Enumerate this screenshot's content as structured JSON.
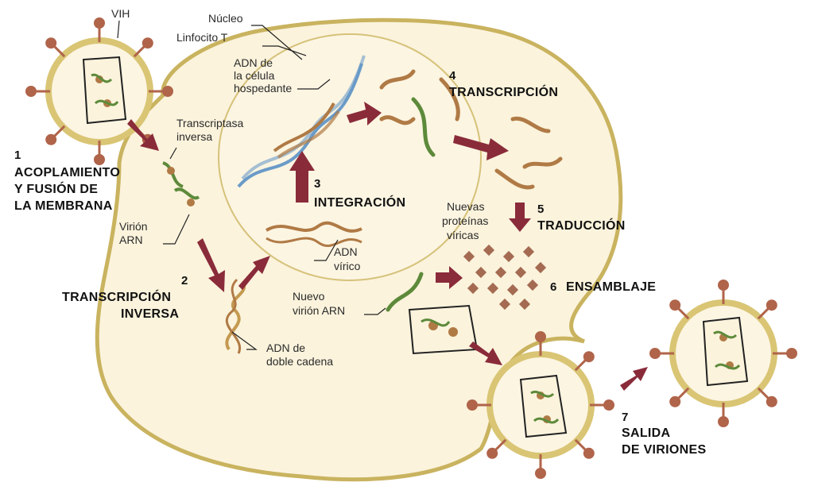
{
  "labels": {
    "vih": "VIH",
    "nucleo": "Núcleo",
    "linfocito": "Linfocito T",
    "adn_celula": [
      "ADN de",
      "la célula",
      "hospedante"
    ],
    "transcriptasa": [
      "Transcriptasa",
      "inversa"
    ],
    "virion_arn": [
      "Virión",
      "ARN"
    ],
    "adn_virico": [
      "ADN",
      "vírico"
    ],
    "adn_doble": [
      "ADN de",
      "doble cadena"
    ],
    "nuevas_proteinas": [
      "Nuevas",
      "proteínas",
      "víricas"
    ],
    "nuevo_virion": [
      "Nuevo",
      "virión ARN"
    ]
  },
  "steps": {
    "s1": {
      "num": "1",
      "lines": [
        "ACOPLAMIENTO",
        "Y FUSIÓN DE",
        "LA MEMBRANA"
      ]
    },
    "s2": {
      "num": "2",
      "lines": [
        "TRANSCRIPCIÓN",
        "INVERSA"
      ]
    },
    "s3": {
      "num": "3",
      "lines": [
        "INTEGRACIÓN"
      ]
    },
    "s4": {
      "num": "4",
      "lines": [
        "TRANSCRIPCIÓN"
      ]
    },
    "s5": {
      "num": "5",
      "lines": [
        "TRADUCCIÓN"
      ]
    },
    "s6": {
      "num": "6",
      "lines": [
        "ENSAMBLAJE"
      ]
    },
    "s7": {
      "num": "7",
      "lines": [
        "SALIDA",
        "DE VIRIONES"
      ]
    }
  },
  "colors": {
    "cell_fill": "#fbf3dc",
    "cell_edge": "#c9b35f",
    "virus_ring": "#d9c574",
    "spike": "#b0644a",
    "arrow": "#8a2b3a",
    "rna_green": "#5d8a3a",
    "dna_blue": "#6a9bc8",
    "dna_brown": "#b07a45",
    "protein": "#a46b52"
  }
}
